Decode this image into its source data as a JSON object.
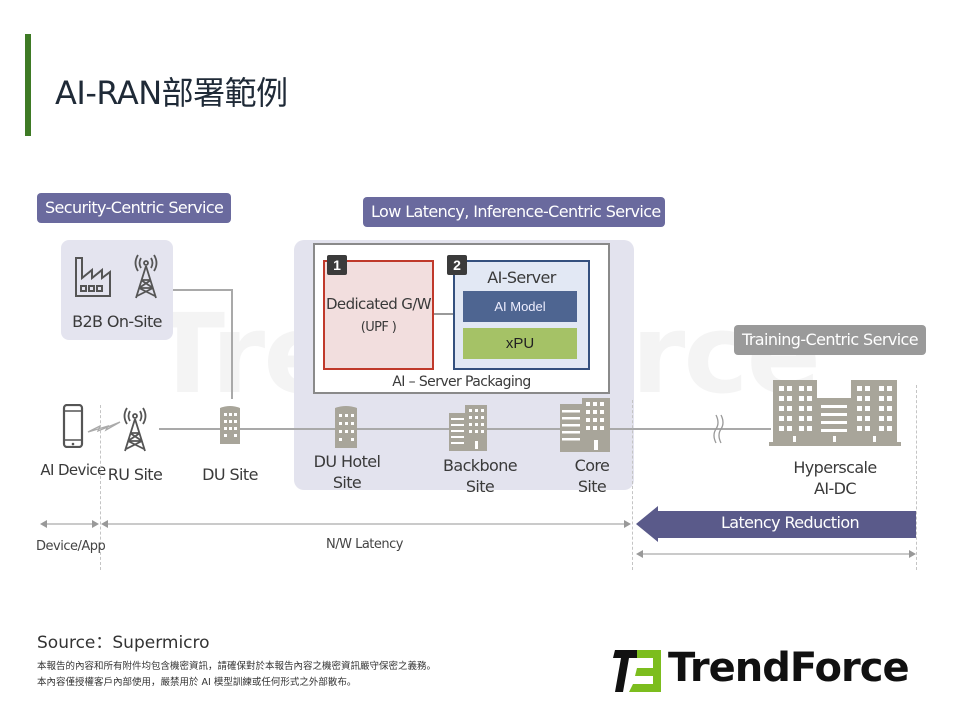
{
  "page": {
    "title": "AI-RAN部署範例",
    "accent_color": "#3e7a25"
  },
  "diagram": {
    "service_labels": {
      "security": "Security-Centric Service",
      "low_latency": "Low Latency, Inference-Centric Service",
      "training": "Training-Centric Service"
    },
    "b2b": {
      "label": "B2B On-Site",
      "icons": [
        "factory-icon",
        "cell-tower-icon"
      ]
    },
    "packaging": {
      "label": "AI – Server Packaging",
      "gateway": {
        "number": "1",
        "title": "Dedicated  G/W",
        "subtitle": "(UPF )"
      },
      "ai_server": {
        "number": "2",
        "title": "AI-Server",
        "model": "AI Model",
        "xpu": "xPU"
      }
    },
    "nodes": [
      {
        "id": "ai-device",
        "label": "AI Device",
        "icon": "smartphone-icon"
      },
      {
        "id": "ru-site",
        "label": "RU Site",
        "icon": "cell-tower-icon"
      },
      {
        "id": "du-site",
        "label": "DU Site",
        "icon": "building-icon"
      },
      {
        "id": "du-hotel",
        "label": "DU Hotel\nSite",
        "line1": "DU Hotel",
        "line2": "Site",
        "icon": "building-icon"
      },
      {
        "id": "backbone",
        "label": "Backbone\nSite",
        "line1": "Backbone",
        "line2": "Site",
        "icon": "office-towers-icon"
      },
      {
        "id": "core",
        "label": "Core\nSite",
        "line1": "Core",
        "line2": "Site",
        "icon": "office-towers-icon"
      },
      {
        "id": "hyperscale",
        "label": "Hyperscale\nAI-DC",
        "line1": "Hyperscale",
        "line2": "AI-DC",
        "icon": "datacenter-icon"
      }
    ],
    "spans": {
      "device_app": "Device/App",
      "nw_latency": "N/W Latency",
      "latency_reduction": "Latency Reduction"
    },
    "colors": {
      "pill_purple": "#6a6a9e",
      "pill_grey": "#9a9a9a",
      "panel": "#e3e3ee",
      "gateway_border": "#c0392b",
      "gateway_fill": "#f2dede",
      "ai_server_border": "#34507e",
      "ai_model": "#4e6591",
      "xpu": "#a5c266",
      "latency_arrow": "#5a5a8a",
      "building": "#a8a59a"
    }
  },
  "footer": {
    "source": "Source：Supermicro",
    "disclaimer_1": "本報告的內容和所有附件均包含機密資訊，請確保對於本報告內容之機密資訊嚴守保密之義務。",
    "disclaimer_2": "本內容僅授權客戶內部使用，嚴禁用於 AI 模型訓練或任何形式之外部散布。",
    "logo_text": "TrendForce",
    "watermark": "TrendForce"
  }
}
